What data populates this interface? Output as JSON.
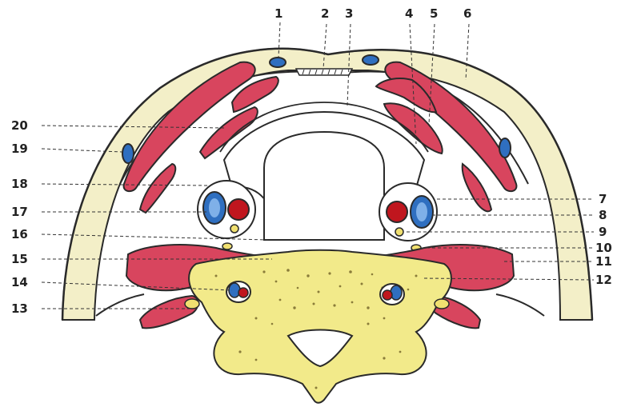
{
  "labels": [
    "1",
    "2",
    "3",
    "4",
    "5",
    "6",
    "7",
    "8",
    "9",
    "10",
    "11",
    "12",
    "13",
    "14",
    "15",
    "16",
    "17",
    "18",
    "19",
    "20"
  ],
  "colors": {
    "muscle": "#d8455e",
    "fascia": "#f3efc8",
    "bone": "#f2ea8a",
    "bone_spots": "#8a7c3a",
    "vein": "#2f6fc0",
    "artery": "#c0161e",
    "nerve": "#f0e070",
    "cartilage": "#ffffff",
    "outline": "#2a2a2a"
  }
}
